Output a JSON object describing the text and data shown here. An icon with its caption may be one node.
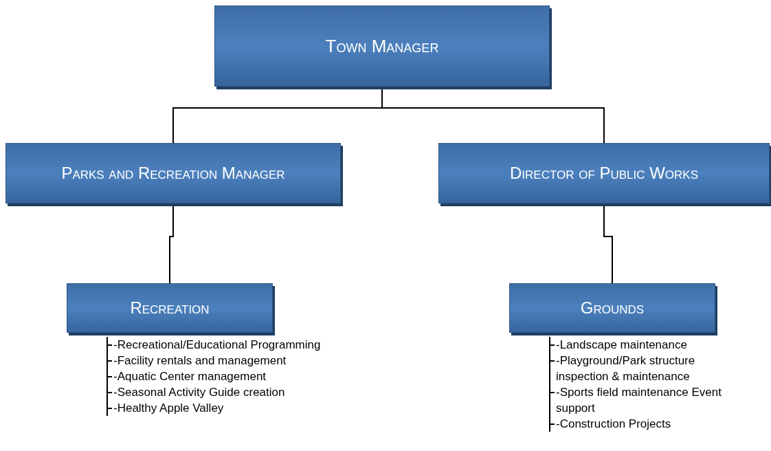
{
  "diagram": {
    "nodes": [
      {
        "text": [
          "Town Manager"
        ]
      },
      {
        "text": [
          "Parks and Recreation Manager"
        ]
      },
      {
        "text": [
          "Director of Public Works"
        ]
      },
      {
        "text": [
          "Recreation"
        ],
        "beside": [
          "-Recreational/Educational Programming",
          "-Facility rentals and management",
          "-Aquatic Center management",
          "-Seasonal Activity Guide creation",
          "-Healthy Apple Valley"
        ]
      },
      {
        "text": [
          "Grounds"
        ],
        "beside": [
          "-Landscape maintenance",
          "-Playground/Park structure inspection & maintenance",
          "-Sports field maintenance Event support",
          "-Construction Projects"
        ]
      }
    ],
    "edges": [
      {
        "from": 0,
        "to": 1,
        "arrow": "none"
      },
      {
        "from": 0,
        "to": 2,
        "arrow": "none"
      },
      {
        "from": 1,
        "to": 3,
        "arrow": "none"
      },
      {
        "from": 2,
        "to": 4,
        "arrow": "none"
      }
    ]
  }
}
